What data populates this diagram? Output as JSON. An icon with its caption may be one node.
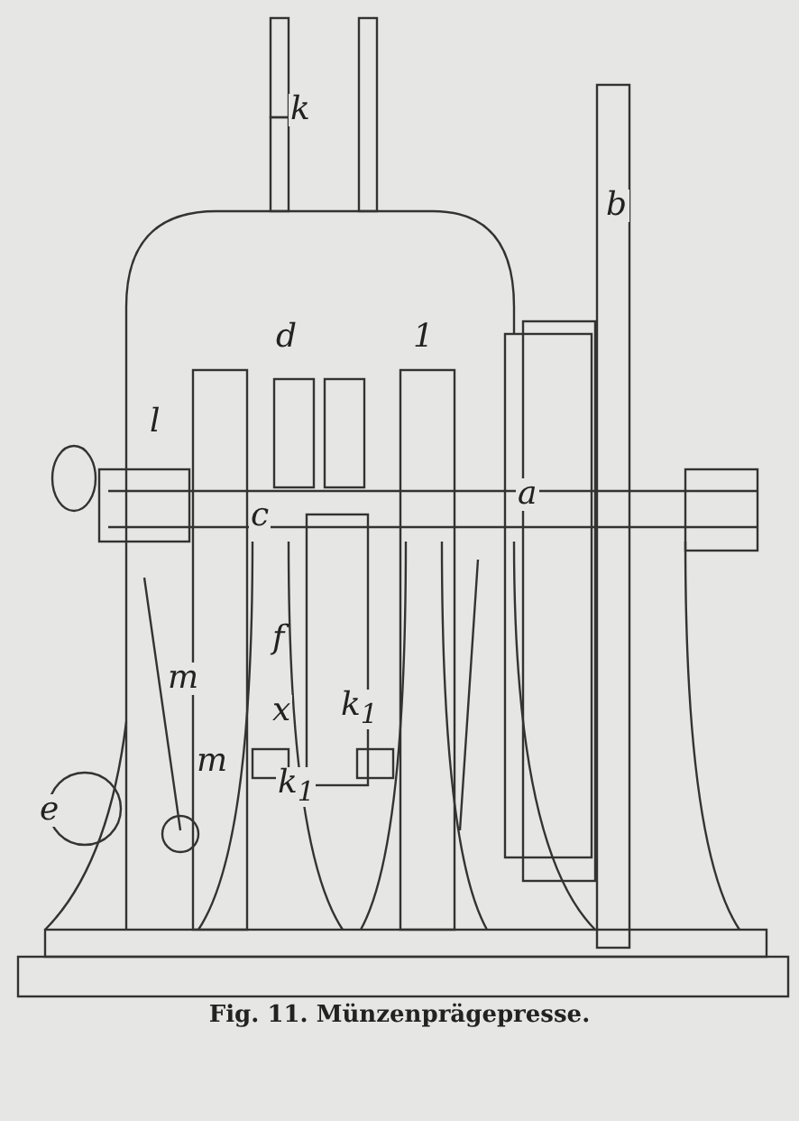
{
  "diagram": {
    "caption": "Fig. 11. Münzenprägepresse.",
    "labels": [
      "k",
      "b",
      "d",
      "1",
      "l",
      "c",
      "a",
      "f",
      "m",
      "x",
      "k$_{1}$",
      "m",
      "k$_{1}$",
      "e"
    ]
  }
}
